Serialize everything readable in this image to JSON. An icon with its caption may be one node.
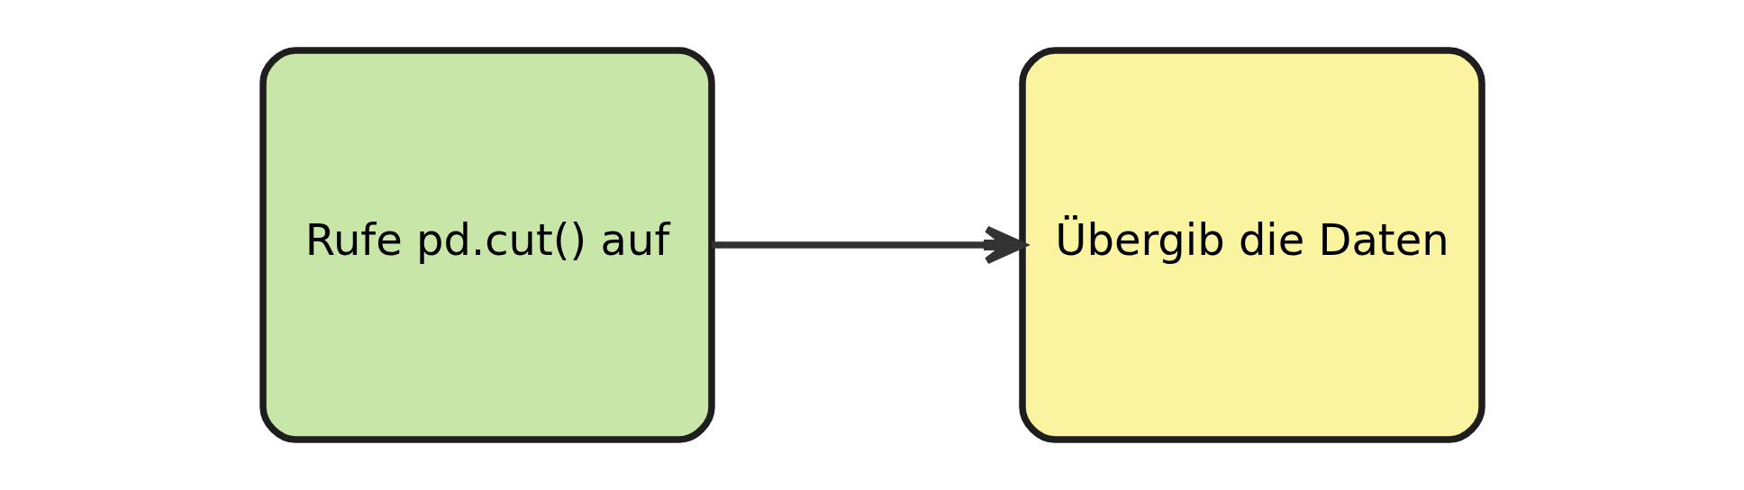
{
  "diagram": {
    "nodes": [
      {
        "text": [
          "Rufe pd.cut() auf"
        ]
      },
      {
        "text": [
          "Übergib die Daten"
        ]
      }
    ],
    "edges": [
      {
        "from": 0,
        "to": 1,
        "arrow": "to"
      }
    ]
  }
}
